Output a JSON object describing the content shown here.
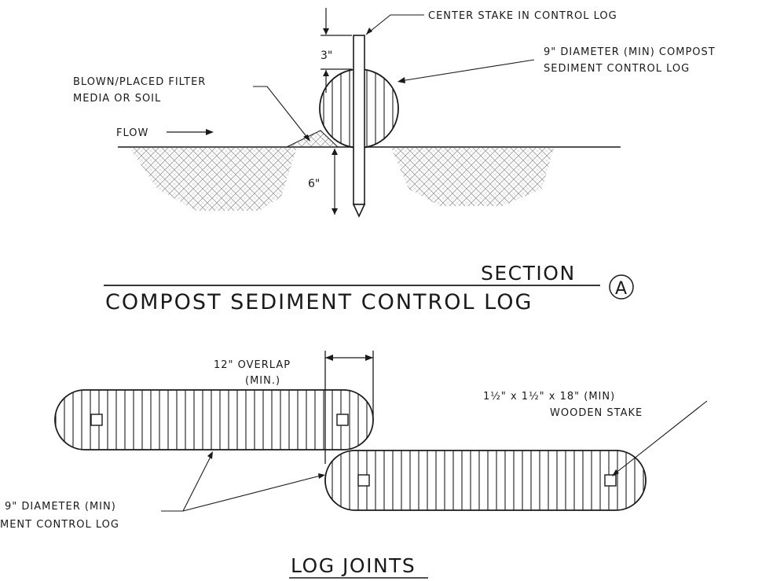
{
  "section": {
    "labels": {
      "center_stake": "CENTER STAKE IN CONTROL LOG",
      "log_line1": "9\" DIAMETER (MIN) COMPOST",
      "log_line2": "SEDIMENT CONTROL LOG",
      "filter_line1": "BLOWN/PLACED FILTER",
      "filter_line2": "MEDIA OR SOIL",
      "flow": "FLOW",
      "dim_top": "3\"",
      "dim_bottom": "6\""
    },
    "title_word": "SECTION",
    "title_name": "COMPOST SEDIMENT CONTROL LOG",
    "marker": "A"
  },
  "joints": {
    "overlap_line1": "12\" OVERLAP",
    "overlap_line2": "(MIN.)",
    "stake_line1": "1½\" x 1½\" x 18\" (MIN)",
    "stake_line2": "WOODEN STAKE",
    "log_line1": "9\" DIAMETER (MIN)",
    "log_line2": "MENT CONTROL LOG",
    "title": "LOG JOINTS"
  }
}
